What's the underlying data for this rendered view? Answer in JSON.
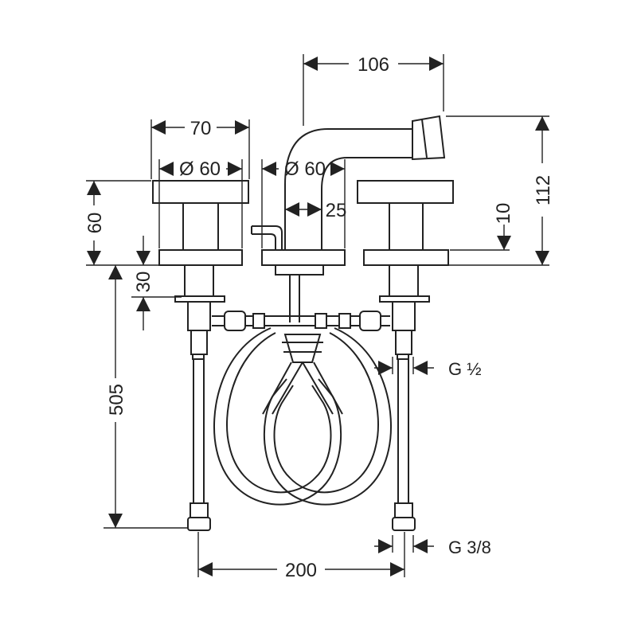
{
  "drawing": {
    "line_color": "#222222",
    "background": "#ffffff",
    "dimensions": {
      "spout_reach": "106",
      "handle_width": "70",
      "handle_diameter": "Ø 60",
      "spout_diameter": "Ø 60",
      "spout_shank": "25",
      "handle_height": "60",
      "total_height": "112",
      "spout_offset": "10",
      "body_drop": "30",
      "hose_length": "505",
      "center_spacing": "200",
      "outlet_thread": "G ½",
      "supply_thread": "G 3/8"
    }
  }
}
